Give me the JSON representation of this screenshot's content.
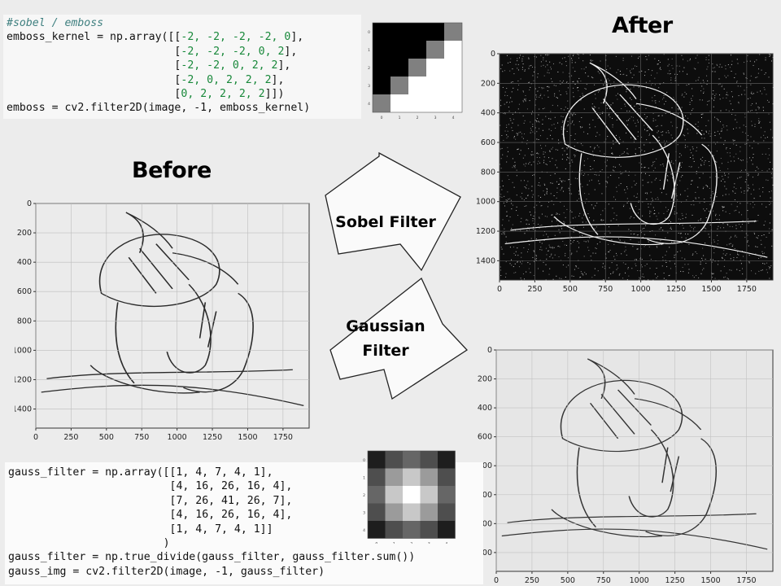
{
  "headings": {
    "before": "Before",
    "after": "After"
  },
  "arrows": {
    "sobel": "Sobel Filter",
    "gaussian_line1": "Gaussian",
    "gaussian_line2": "Filter"
  },
  "code_top": {
    "comment": "#sobel / emboss",
    "line1_pre": "emboss_kernel = np.array([[",
    "line1_nums": "-2, -2, -2, -2, 0",
    "line1_post": "],",
    "row2": "-2, -2, -2, 0, 2",
    "row3": "-2, -2, 0, 2, 2",
    "row4": "-2, 0, 2, 2, 2",
    "row5": "0, 2, 2, 2, 2",
    "line_last": "emboss = cv2.filter2D(image, -1, emboss_kernel)"
  },
  "code_bottom": {
    "line1": "gauss_filter = np.array([[1, 4, 7, 4, 1],",
    "line2": "[4, 16, 26, 16, 4],",
    "line3": "[7, 26, 41, 26, 7],",
    "line4": "[4, 16, 26, 16, 4],",
    "line5": "[1, 4, 7, 4, 1]]",
    "line6": ")",
    "line7": "gauss_filter = np.true_divide(gauss_filter, gauss_filter.sum())",
    "line8": "gauss_img = cv2.filter2D(image, -1, gauss_filter)"
  },
  "plots": {
    "x_ticks": [
      "0",
      "250",
      "500",
      "750",
      "1000",
      "1250",
      "1500",
      "1750"
    ],
    "y_ticks": [
      "0",
      "200",
      "400",
      "600",
      "800",
      "1000",
      "1200",
      "1400"
    ]
  },
  "kernel_tick_labels": [
    "0",
    "1",
    "2",
    "3",
    "4"
  ],
  "emboss_kernel": [
    [
      -2,
      -2,
      -2,
      -2,
      0
    ],
    [
      -2,
      -2,
      -2,
      0,
      2
    ],
    [
      -2,
      -2,
      0,
      2,
      2
    ],
    [
      -2,
      0,
      2,
      2,
      2
    ],
    [
      0,
      2,
      2,
      2,
      2
    ]
  ],
  "gauss_kernel": [
    [
      1,
      4,
      7,
      4,
      1
    ],
    [
      4,
      16,
      26,
      16,
      4
    ],
    [
      7,
      26,
      41,
      26,
      7
    ],
    [
      4,
      16,
      26,
      16,
      4
    ],
    [
      1,
      4,
      7,
      4,
      1
    ]
  ],
  "colors": {
    "background": "#ececec",
    "code_number": "#18883a",
    "code_comment": "#408080"
  }
}
